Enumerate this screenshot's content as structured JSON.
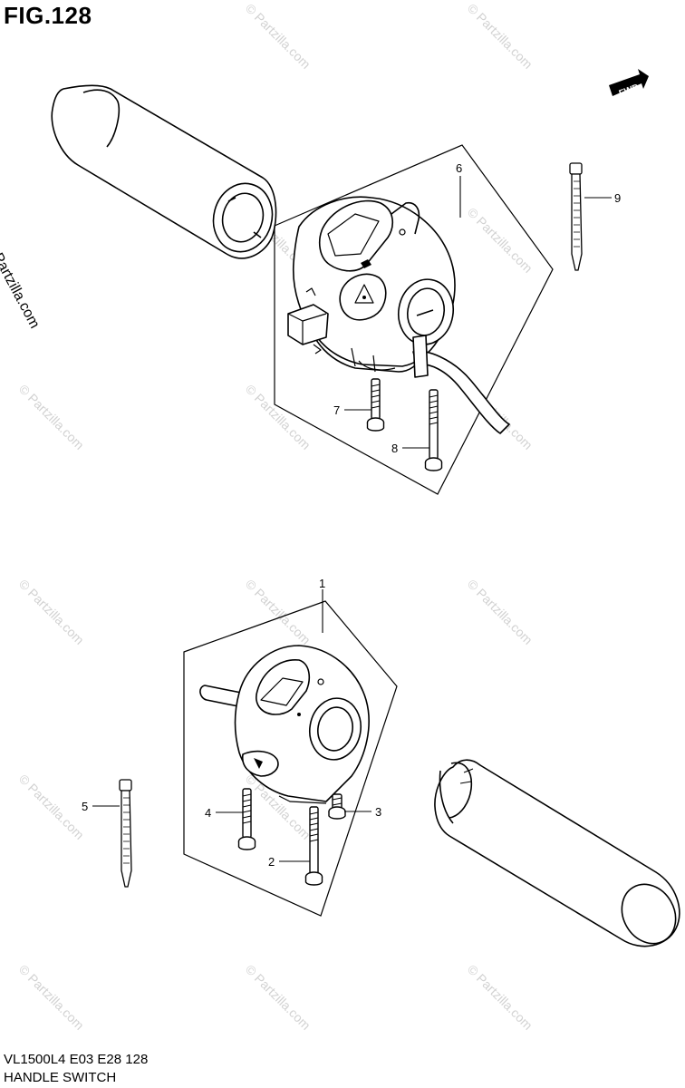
{
  "figure": {
    "title": "FIG.128",
    "model_code": "VL1500L4  E03  E28  128",
    "name": "HANDLE SWITCH"
  },
  "watermark": {
    "text": "© Partzilla.com",
    "side_text": "© Partzilla.com"
  },
  "fwd_label": "FWD",
  "callouts": [
    "1",
    "2",
    "3",
    "4",
    "5",
    "6",
    "7",
    "8",
    "9"
  ]
}
